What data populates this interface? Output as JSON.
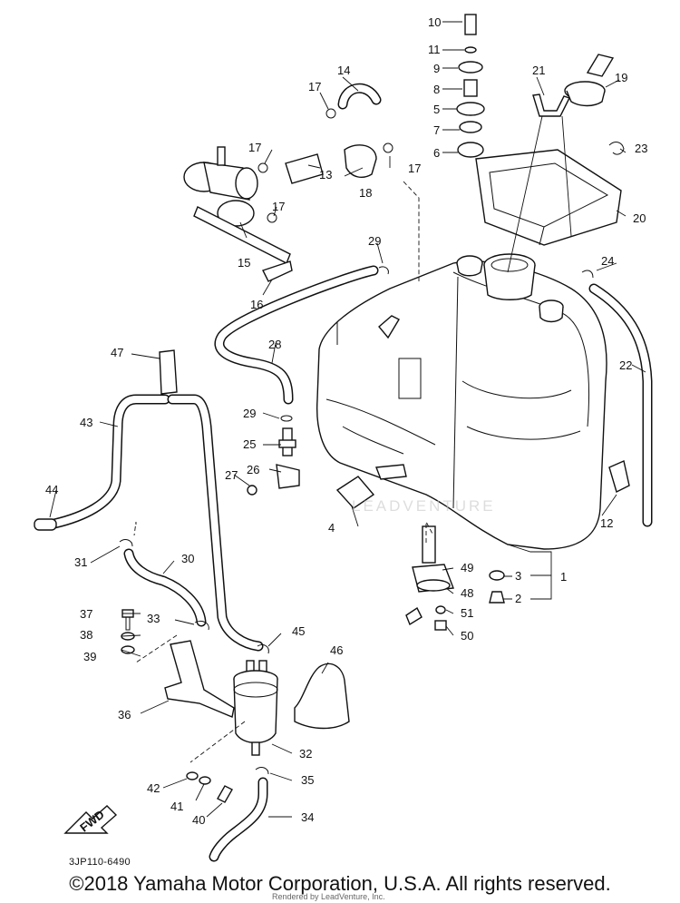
{
  "diagram": {
    "code": "3JP110-6490",
    "copyright": "©2018 Yamaha Motor Corporation, U.S.A. All rights reserved.",
    "render_credit": "Rendered by LeadVenture, Inc.",
    "watermark": "LEADVENTURE",
    "fwd_label": "FWD",
    "callouts": {
      "c1": "1",
      "c2": "2",
      "c3": "3",
      "c4": "4",
      "c5": "5",
      "c6": "6",
      "c7": "7",
      "c8": "8",
      "c9": "9",
      "c10": "10",
      "c11": "11",
      "c12": "12",
      "c13": "13",
      "c14": "14",
      "c15": "15",
      "c16": "16",
      "c17a": "17",
      "c17b": "17",
      "c17c": "17",
      "c17d": "17",
      "c18": "18",
      "c19": "19",
      "c20": "20",
      "c21": "21",
      "c22": "22",
      "c23": "23",
      "c24": "24",
      "c25": "25",
      "c26": "26",
      "c27": "27",
      "c28": "28",
      "c29a": "29",
      "c29b": "29",
      "c30": "30",
      "c31": "31",
      "c32": "32",
      "c33": "33",
      "c34": "34",
      "c35": "35",
      "c36": "36",
      "c37": "37",
      "c38": "38",
      "c39": "39",
      "c40": "40",
      "c41": "41",
      "c42": "42",
      "c43": "43",
      "c44": "44",
      "c45": "45",
      "c46": "46",
      "c47": "47",
      "c48": "48",
      "c49": "49",
      "c50": "50",
      "c51": "51"
    }
  }
}
